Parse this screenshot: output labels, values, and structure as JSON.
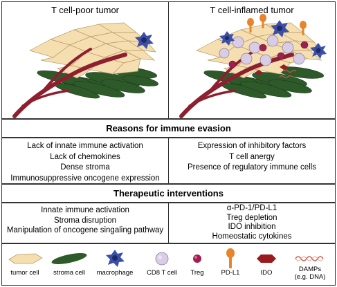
{
  "panels": {
    "left_title": "T cell-poor tumor",
    "right_title": "T cell-inflamed tumor"
  },
  "reasons": {
    "header": "Reasons for immune evasion",
    "left": [
      "Lack of innate immune activation",
      "Lack of chemokines",
      "Dense stroma",
      "Immunosuppressive oncogene expression"
    ],
    "right": [
      "Expression of inhibitory factors",
      "T cell anergy",
      "Presence of regulatory immune cells"
    ]
  },
  "therapy": {
    "header": "Therapeutic interventions",
    "left": [
      "Innate immune activation",
      "Stroma disruption",
      "Manipulation of oncogene singaling pathway"
    ],
    "right": [
      "α-PD-1/PD-L1",
      "Treg depletion",
      "IDO inhibition",
      "Homeostatic cytokines"
    ]
  },
  "legend": {
    "tumor_cell": "tumor cell",
    "stroma_cell": "stroma cell",
    "macrophage": "macrophage",
    "cd8": "CD8 T cell",
    "treg": "Treg",
    "pdl1": "PD-L1",
    "ido": "IDO",
    "damps": "DAMPs",
    "damps_sub": "(e.g. DNA)"
  },
  "colors": {
    "tumor": "#f5deb0",
    "stroma": "#2e5a2a",
    "vessel": "#8e1f2e",
    "macrophage": "#3b4fa8",
    "cd8": "#d9cde6",
    "treg": "#a01f52",
    "pdl1": "#e8842a",
    "ido": "#9a1b1e"
  }
}
